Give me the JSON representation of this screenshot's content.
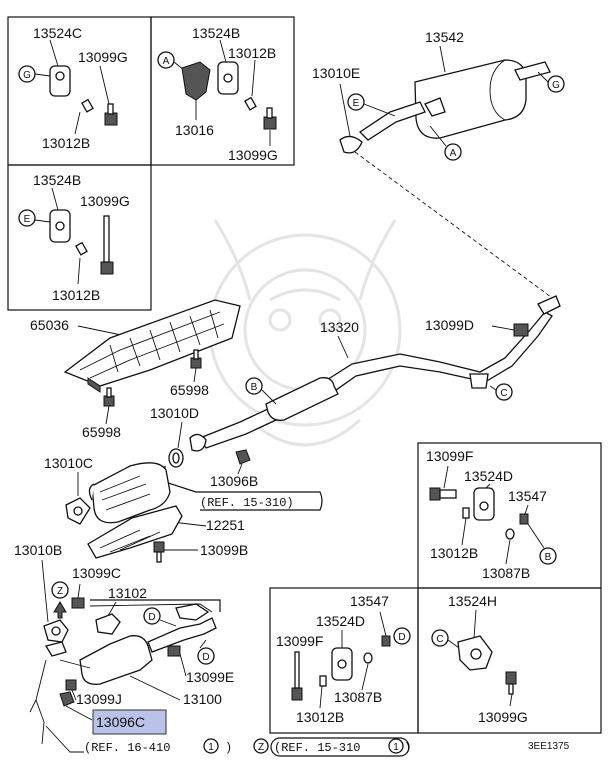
{
  "labels": {
    "p13524C": "13524C",
    "p13099G_a": "13099G",
    "p13012B_a": "13012B",
    "p13524B_a": "13524B",
    "p13012B_b": "13012B",
    "p13016": "13016",
    "p13099G_b": "13099G",
    "p13524B_b": "13524B",
    "p13099G_c": "13099G",
    "p13012B_c": "13012B",
    "p13542": "13542",
    "p13010E": "13010E",
    "p65036": "65036",
    "p13320": "13320",
    "p13099D": "13099D",
    "p65998_a": "65998",
    "p65998_b": "65998",
    "p13010D": "13010D",
    "p13096B": "13096B",
    "ref_15_310_a": "(REF. 15-310)",
    "p13010C": "13010C",
    "p12251": "12251",
    "p13010B": "13010B",
    "p13099B": "13099B",
    "p13099C": "13099C",
    "p13102": "13102",
    "p13099E": "13099E",
    "p13099J": "13099J",
    "p13100": "13100",
    "p13096C": "13096C",
    "ref_16_410": "(REF. 16-410",
    "ref_16_410_num": "1",
    "ref_16_410_close": ")",
    "ref_15_310_b": "(REF. 15-310",
    "ref_15_310_b_num": "1",
    "ref_15_310_b_close": ")",
    "p13099F_a": "13099F",
    "p13524D_a": "13524D",
    "p13547_a": "13547",
    "p13012B_d": "13012B",
    "p13087B_a": "13087B",
    "p13547_b": "13547",
    "p13524D_b": "13524D",
    "p13099F_b": "13099F",
    "p13087B_b": "13087B",
    "p13012B_e": "13012B",
    "p13524H": "13524H",
    "p13099G_d": "13099G",
    "code": "3EE1375"
  },
  "callouts": {
    "G": "G",
    "A": "A",
    "E": "E",
    "B": "B",
    "C": "C",
    "D": "D",
    "Z": "Z"
  },
  "highlight_color": "#b9c2e8"
}
